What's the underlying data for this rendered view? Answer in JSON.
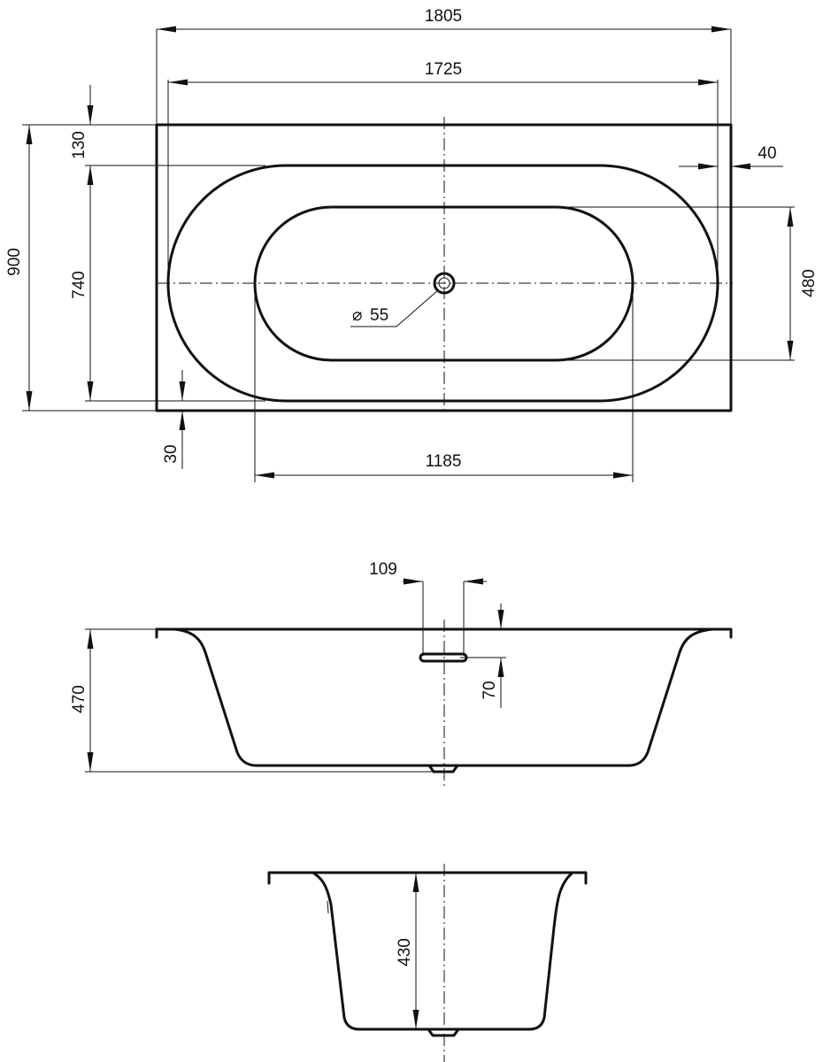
{
  "top_view": {
    "overall_length": "1805",
    "inner_length": "1725",
    "overall_width": "900",
    "rim_back": "130",
    "inner_width": "740",
    "rim_front": "30",
    "rim_side": "40",
    "bottom_width": "480",
    "bottom_length": "1185",
    "drain_diameter": "55",
    "diameter_symbol": "⌀"
  },
  "side_view": {
    "overflow_width": "109",
    "overflow_offset": "70",
    "depth": "470"
  },
  "end_view": {
    "inner_depth": "430"
  }
}
